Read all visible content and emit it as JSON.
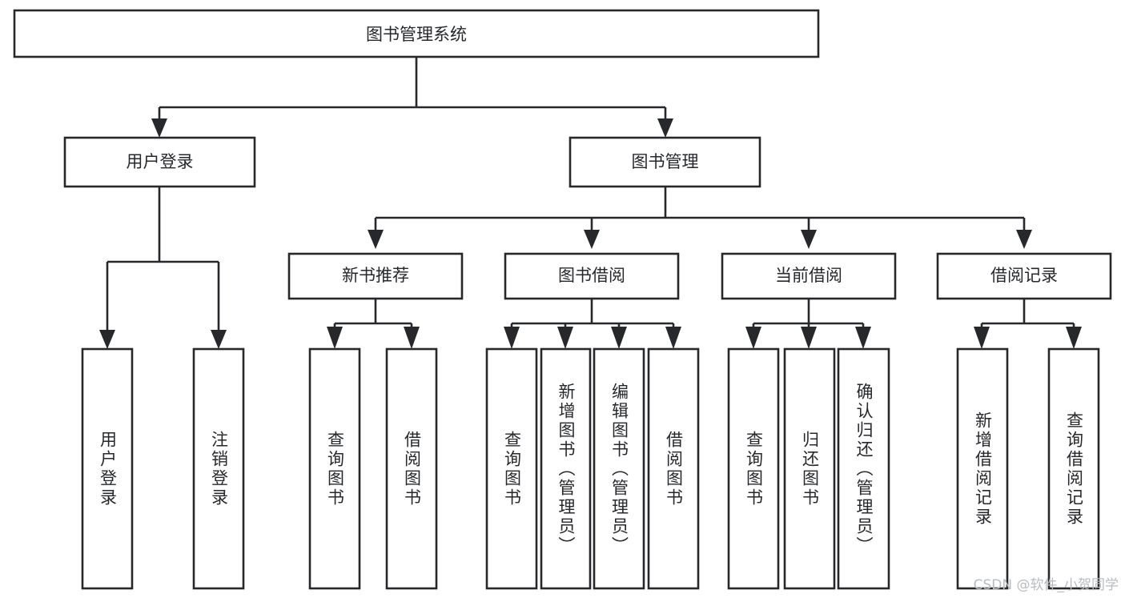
{
  "diagram": {
    "type": "tree",
    "title": "图书管理系统",
    "orientation": "top-down",
    "colors": {
      "stroke": "#26282b",
      "node_fill": "#ffffff",
      "background": "#ffffff",
      "watermark": "#b9bcc0"
    },
    "root": {
      "id": "root",
      "label": "图书管理系统",
      "text_direction": "horizontal"
    },
    "level2": [
      {
        "id": "user-login",
        "label": "用户登录",
        "text_direction": "horizontal"
      },
      {
        "id": "book-manage",
        "label": "图书管理",
        "text_direction": "horizontal"
      }
    ],
    "level3": [
      {
        "id": "new-book-recommend",
        "label": "新书推荐",
        "parent": "book-manage",
        "text_direction": "horizontal"
      },
      {
        "id": "book-borrow",
        "label": "图书借阅",
        "parent": "book-manage",
        "text_direction": "horizontal"
      },
      {
        "id": "current-borrow",
        "label": "当前借阅",
        "parent": "book-manage",
        "text_direction": "horizontal"
      },
      {
        "id": "borrow-record",
        "label": "借阅记录",
        "parent": "book-manage",
        "text_direction": "horizontal"
      }
    ],
    "leaves": [
      {
        "id": "leaf-user-login",
        "label": "用户登录",
        "parent": "user-login",
        "text_direction": "vertical"
      },
      {
        "id": "leaf-user-logout",
        "label": "注销登录",
        "parent": "user-login",
        "text_direction": "vertical"
      },
      {
        "id": "leaf-query-book-1",
        "label": "查询图书",
        "parent": "new-book-recommend",
        "text_direction": "vertical"
      },
      {
        "id": "leaf-borrow-book-1",
        "label": "借阅图书",
        "parent": "new-book-recommend",
        "text_direction": "vertical"
      },
      {
        "id": "leaf-query-book-2",
        "label": "查询图书",
        "parent": "book-borrow",
        "text_direction": "vertical"
      },
      {
        "id": "leaf-add-book",
        "label": "新增图书（管理员）",
        "parent": "book-borrow",
        "text_direction": "vertical"
      },
      {
        "id": "leaf-edit-book",
        "label": "编辑图书（管理员）",
        "parent": "book-borrow",
        "text_direction": "vertical"
      },
      {
        "id": "leaf-borrow-book-2",
        "label": "借阅图书",
        "parent": "book-borrow",
        "text_direction": "vertical"
      },
      {
        "id": "leaf-query-book-3",
        "label": "查询图书",
        "parent": "current-borrow",
        "text_direction": "vertical"
      },
      {
        "id": "leaf-return-book",
        "label": "归还图书",
        "parent": "current-borrow",
        "text_direction": "vertical"
      },
      {
        "id": "leaf-confirm-return",
        "label": "确认归还（管理员）",
        "parent": "current-borrow",
        "text_direction": "vertical"
      },
      {
        "id": "leaf-add-record",
        "label": "新增借阅记录",
        "parent": "borrow-record",
        "text_direction": "vertical"
      },
      {
        "id": "leaf-query-record",
        "label": "查询借阅记录",
        "parent": "borrow-record",
        "text_direction": "vertical"
      }
    ]
  },
  "watermark": {
    "text": "CSDN @软件_小贺同学"
  }
}
